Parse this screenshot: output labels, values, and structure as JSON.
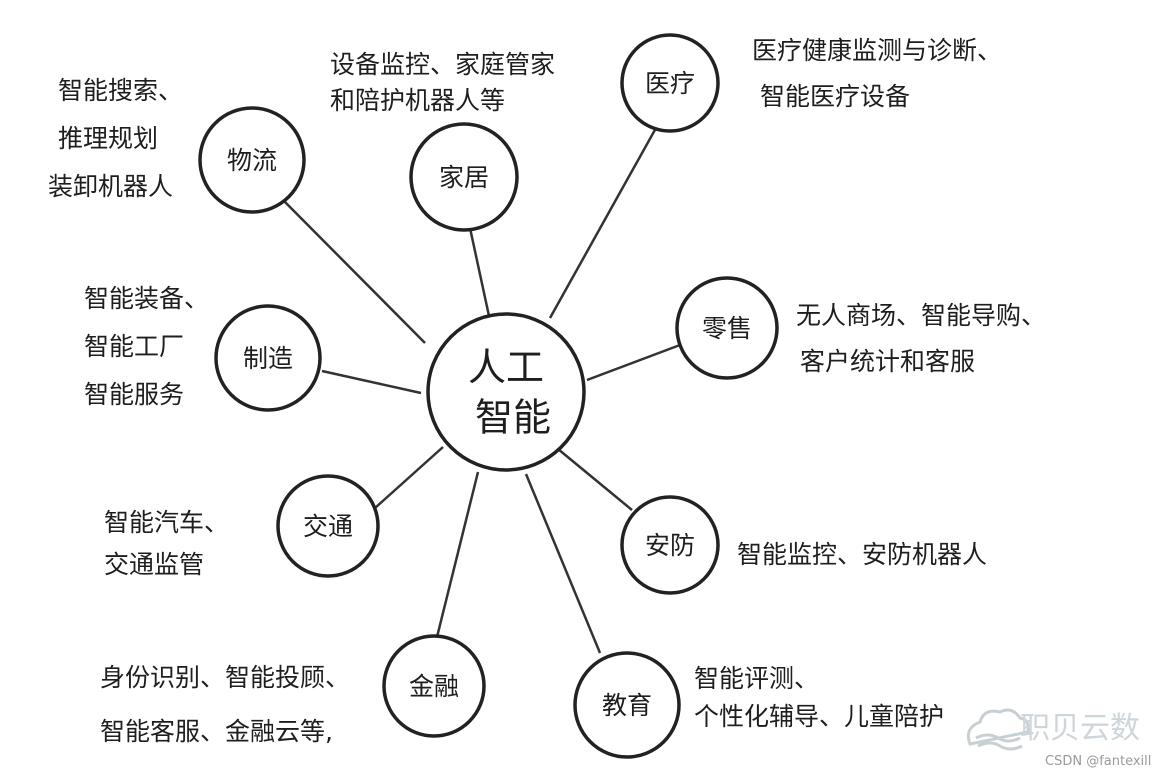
{
  "center": {
    "line1": "人工",
    "line2": "智能"
  },
  "nodes": [
    {
      "id": "wuliu",
      "label": "物流",
      "desc": [
        "智能搜索、",
        "推理规划",
        "装卸机器人"
      ]
    },
    {
      "id": "jiaju",
      "label": "家居",
      "desc": [
        "设备监控、家庭管家",
        "和陪护机器人等"
      ]
    },
    {
      "id": "yiliao",
      "label": "医疗",
      "desc": [
        "医疗健康监测与诊断、",
        "智能医疗设备"
      ]
    },
    {
      "id": "lingshou",
      "label": "零售",
      "desc": [
        "无人商场、智能导购、",
        "客户统计和客服"
      ]
    },
    {
      "id": "zhizao",
      "label": "制造",
      "desc": [
        "智能装备、",
        "智能工厂",
        "智能服务"
      ]
    },
    {
      "id": "jiaotong",
      "label": "交通",
      "desc": [
        "智能汽车、",
        "交通监管"
      ]
    },
    {
      "id": "anfang",
      "label": "安防",
      "desc": [
        "智能监控、安防机器人"
      ]
    },
    {
      "id": "jinrong",
      "label": "金融",
      "desc": [
        "身份识别、智能投顾、",
        "智能客服、金融云等,"
      ]
    },
    {
      "id": "jiaoyu",
      "label": "教育",
      "desc": [
        "智能评测、",
        "个性化辅导、儿童陪护"
      ]
    }
  ],
  "watermark": {
    "brand": "职贝云数",
    "credit": "CSDN @fantexill"
  }
}
